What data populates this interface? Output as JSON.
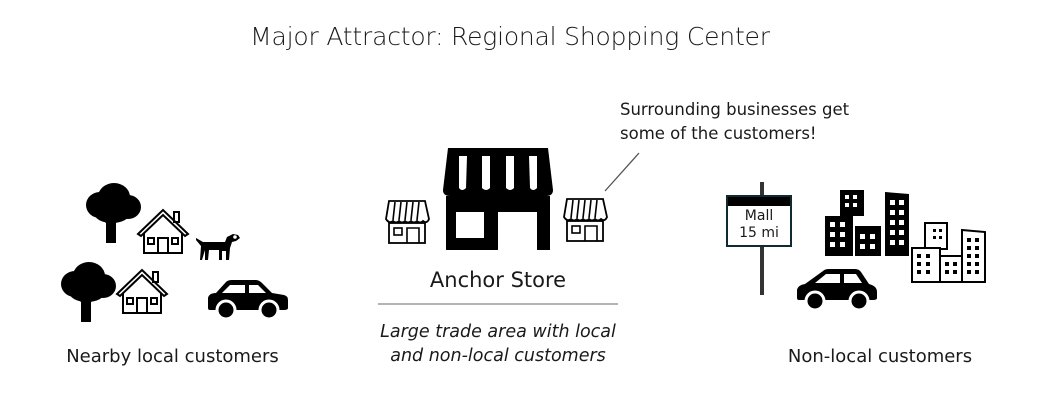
{
  "title": "Major Attractor: Regional Shopping Center",
  "left": {
    "label": "Nearby local customers",
    "icons": [
      "tree-icon",
      "house-icon",
      "dog-icon",
      "tree-icon",
      "house-icon",
      "car-icon"
    ]
  },
  "center": {
    "anchor_label": "Anchor Store",
    "description_line1": "Large trade area with local",
    "description_line2": "and non-local customers",
    "callout_line1": "Surrounding businesses get",
    "callout_line2": "some of the customers!",
    "icons": [
      "small-store-icon",
      "anchor-store-icon",
      "small-store-icon"
    ]
  },
  "right": {
    "label": "Non-local customers",
    "sign_line1": "Mall",
    "sign_line2": "15 mi",
    "icons": [
      "road-sign-icon",
      "city-buildings-icon",
      "car-icon"
    ]
  },
  "colors": {
    "ink": "#000000",
    "text": "#1a1a1a",
    "divider": "#b4b4b4",
    "sign_border": "#0f2a33",
    "pole": "#333333"
  }
}
